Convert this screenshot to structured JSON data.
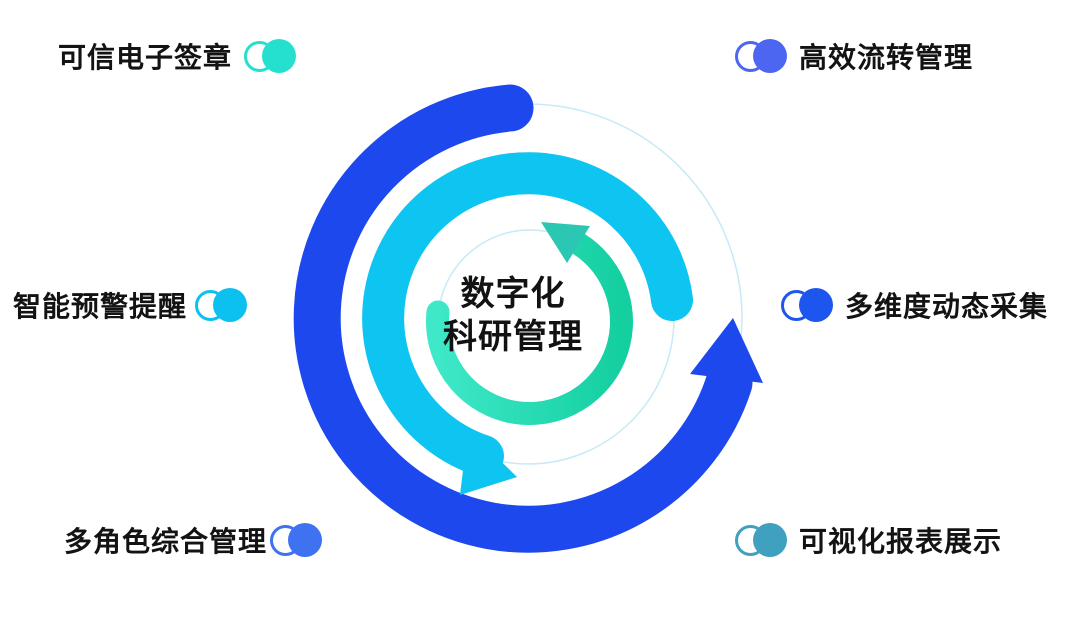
{
  "center": {
    "line1": "数字化",
    "line2": "科研管理"
  },
  "labels": [
    {
      "text": "可信电子签章",
      "color": "#25E0CF",
      "position": "top-left"
    },
    {
      "text": "高效流转管理",
      "color": "#4D66F2",
      "position": "top-right"
    },
    {
      "text": "智能预警提醒",
      "color": "#0CC0F0",
      "position": "middle-left"
    },
    {
      "text": "多维度动态采集",
      "color": "#1D55EE",
      "position": "middle-right"
    },
    {
      "text": "多角色综合管理",
      "color": "#3E72F1",
      "position": "bottom-left"
    },
    {
      "text": "可视化报表展示",
      "color": "#3FA0BF",
      "position": "bottom-right"
    }
  ],
  "colors": {
    "blue_arc": "#1C48EE",
    "cyan_arc": "#0EC4F0",
    "green_from": "#3EE8C8",
    "green_to": "#14CFA0",
    "green_arrow": "#2BC7B2",
    "ghost_line": "#C8E9F8",
    "text": "#121212"
  }
}
